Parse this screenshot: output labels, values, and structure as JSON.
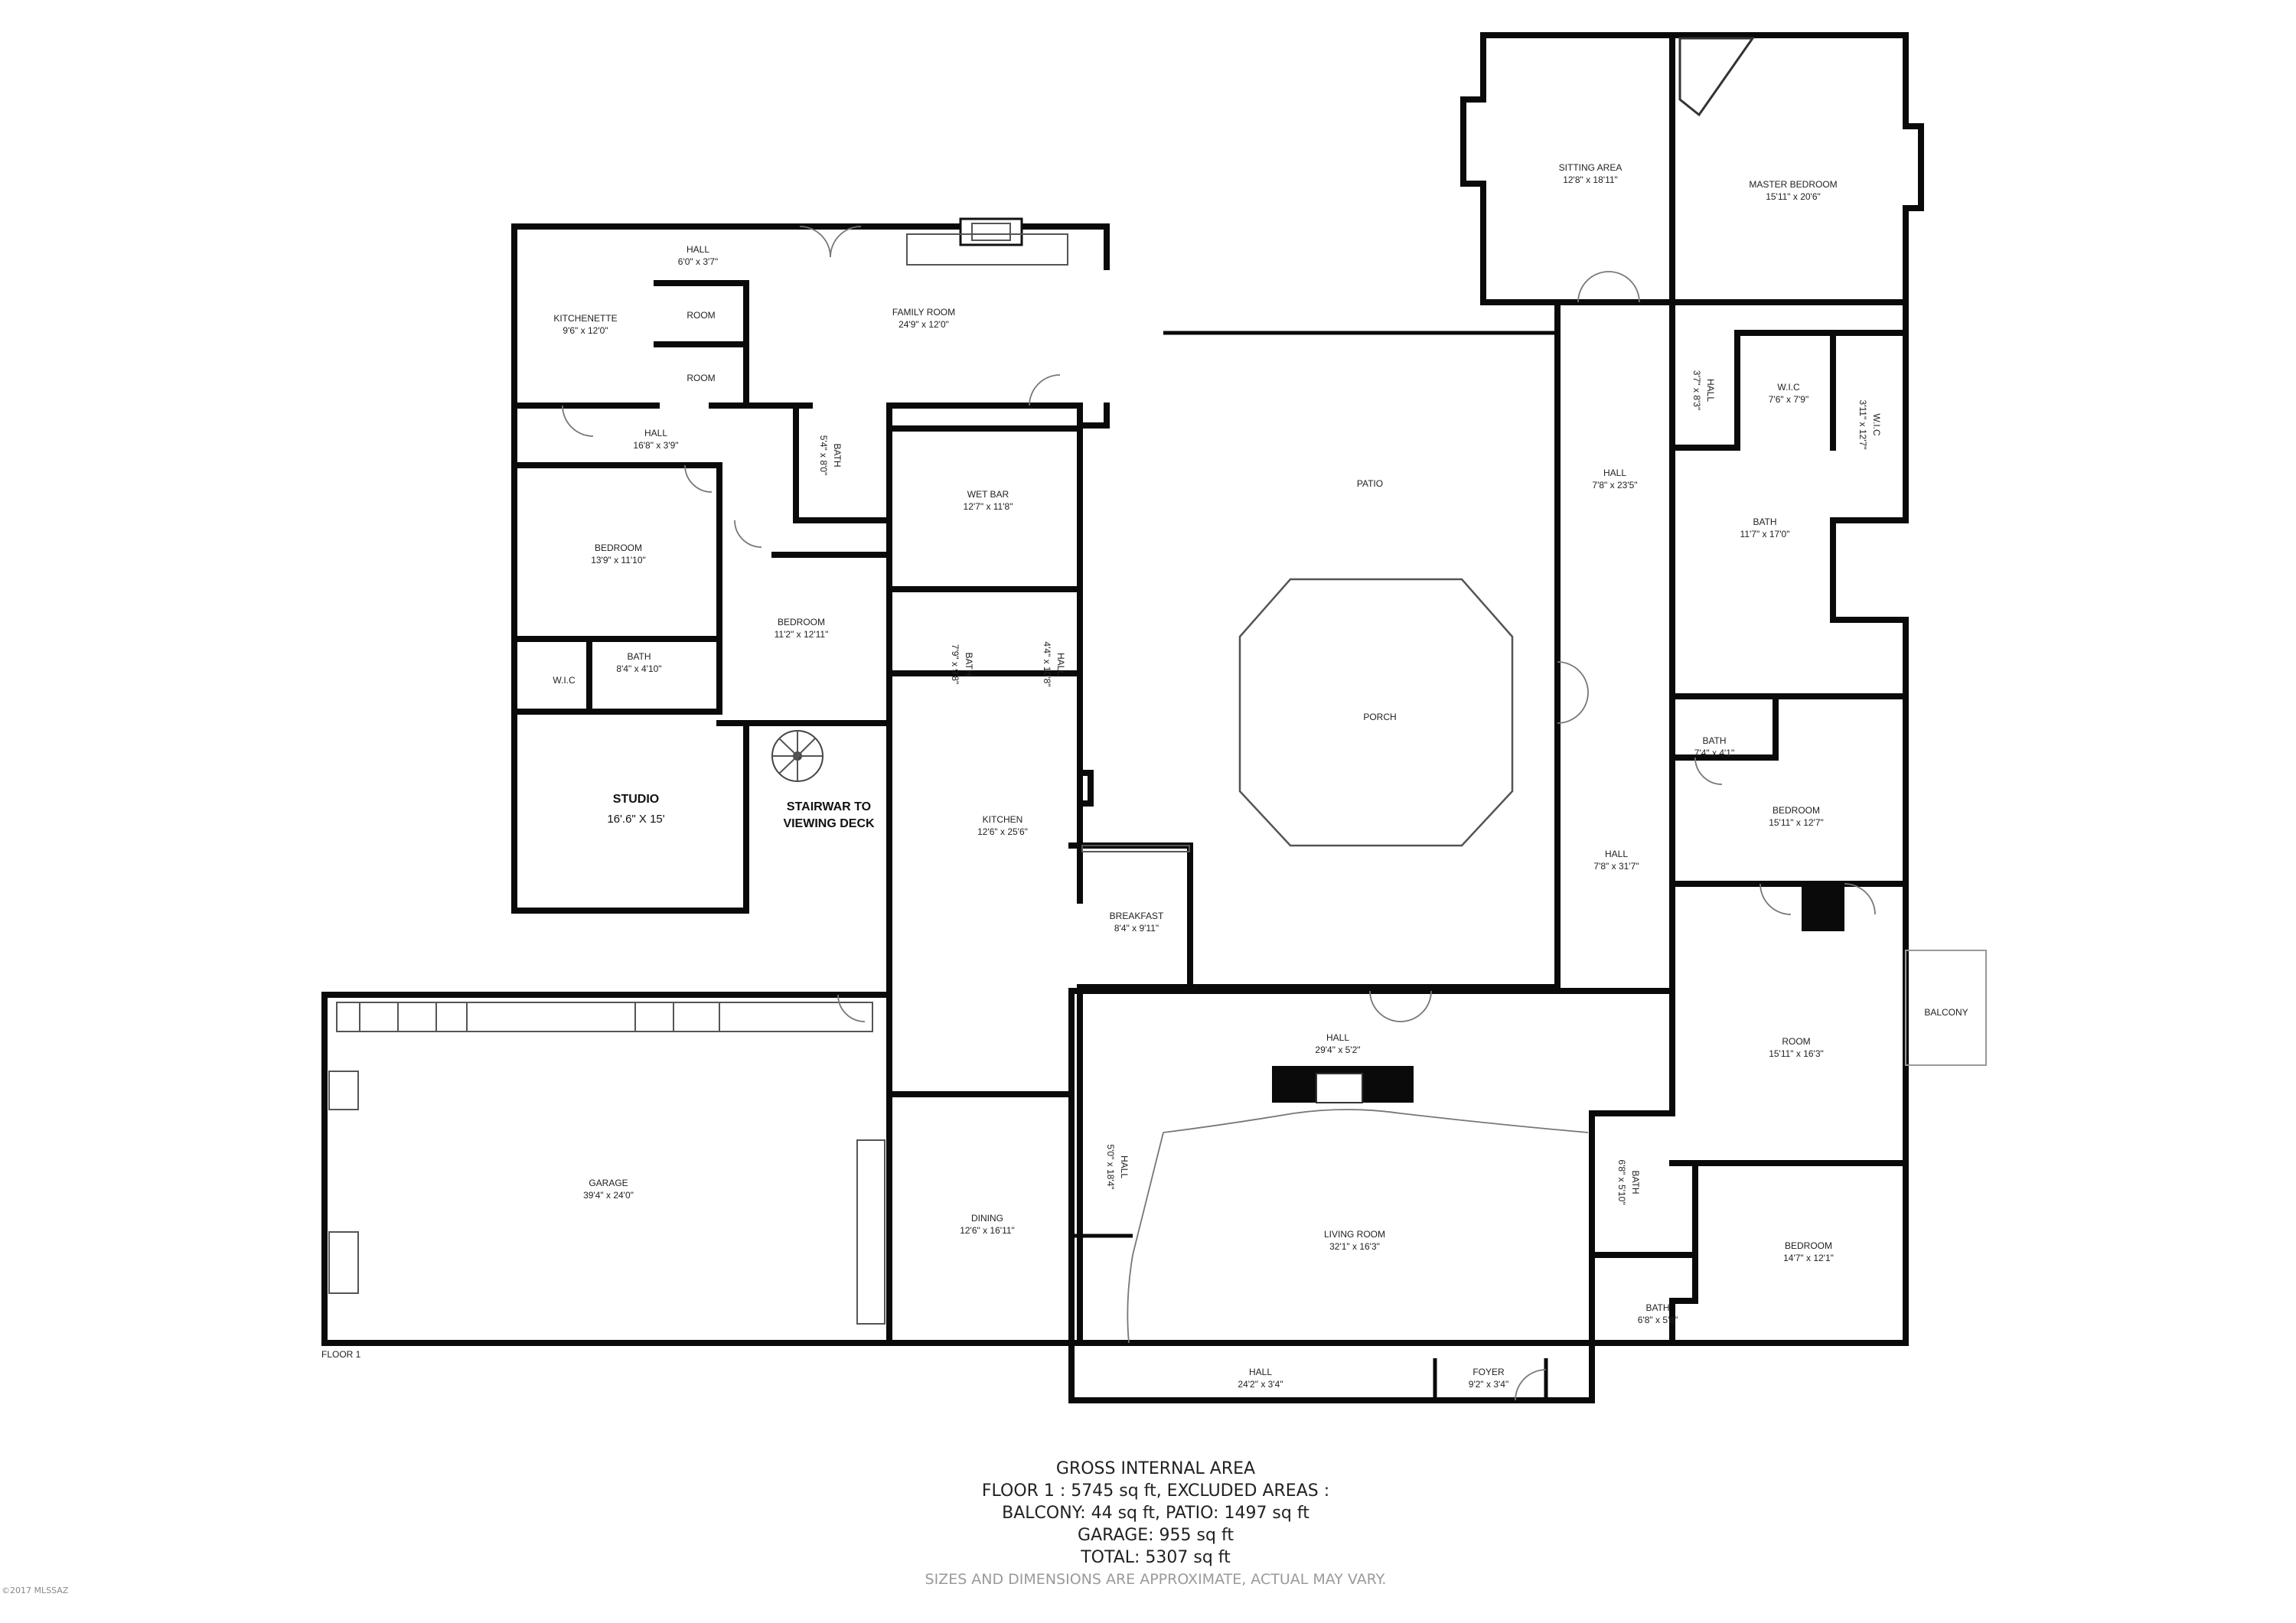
{
  "plan": {
    "floor_label": "FLOOR 1",
    "rooms": {
      "hall_top": {
        "name": "HALL",
        "dim": "6'0\" x 3'7\""
      },
      "kitchenette": {
        "name": "KITCHENETTE",
        "dim": "9'6\" x 12'0\""
      },
      "room_a": {
        "name": "ROOM"
      },
      "room_b": {
        "name": "ROOM"
      },
      "family_room": {
        "name": "FAMILY ROOM",
        "dim": "24'9\" x 12'0\""
      },
      "hall_left": {
        "name": "HALL",
        "dim": "16'8\" x 3'9\""
      },
      "bath_small": {
        "name": "BATH",
        "dim": "5'4\" x 8'0\""
      },
      "wet_bar": {
        "name": "WET BAR",
        "dim": "12'7\" x 11'8\""
      },
      "bedroom_left": {
        "name": "BEDROOM",
        "dim": "13'9\" x 11'10\""
      },
      "bedroom_mid": {
        "name": "BEDROOM",
        "dim": "11'2\" x 12'11\""
      },
      "wic_left": {
        "name": "W.I.C"
      },
      "bath_left": {
        "name": "BATH",
        "dim": "8'4\" x 4'10\""
      },
      "bath_mid": {
        "name": "BATH",
        "dim": "7'9\" x 9'8\""
      },
      "hall_mid": {
        "name": "HALL",
        "dim": "4'4\" x 10'8\""
      },
      "studio": {
        "name": "STUDIO",
        "dim": "16'.6\"  X  15'"
      },
      "stairway": {
        "line1": "STAIRWAR TO",
        "line2": "VIEWING DECK"
      },
      "kitchen": {
        "name": "KITCHEN",
        "dim": "12'6\" x 25'6\""
      },
      "breakfast": {
        "name": "BREAKFAST",
        "dim": "8'4\" x 9'11\""
      },
      "patio": {
        "name": "PATIO"
      },
      "porch": {
        "name": "PORCH"
      },
      "garage": {
        "name": "GARAGE",
        "dim": "39'4\" x 24'0\""
      },
      "hall_entry": {
        "name": "HALL",
        "dim": "29'4\" x 5'2\""
      },
      "hall_living_side": {
        "name": "HALL",
        "dim": "5'0\" x 18'4\""
      },
      "dining": {
        "name": "DINING",
        "dim": "12'6\" x 16'11\""
      },
      "living_room": {
        "name": "LIVING ROOM",
        "dim": "32'1\" x 16'3\""
      },
      "hall_bottom": {
        "name": "HALL",
        "dim": "24'2\" x 3'4\""
      },
      "foyer": {
        "name": "FOYER",
        "dim": "9'2\" x 3'4\""
      },
      "sitting_area": {
        "name": "SITTING AREA",
        "dim": "12'8\" x 18'11\""
      },
      "master_bedroom": {
        "name": "MASTER BEDROOM",
        "dim": "15'11\" x 20'6\""
      },
      "hall_master": {
        "name": "HALL",
        "dim": "3'7\" x 8'3\""
      },
      "wic_master_a": {
        "name": "W.I.C",
        "dim": "7'6\" x 7'9\""
      },
      "wic_master_b": {
        "name": "W.I.C",
        "dim": "3'11\" x 12'7\""
      },
      "hall_right_upper": {
        "name": "HALL",
        "dim": "7'8\" x 23'5\""
      },
      "bath_master": {
        "name": "BATH",
        "dim": "11'7\" x 17'0\""
      },
      "bath_right_small": {
        "name": "BATH",
        "dim": "7'4\" x 4'1\""
      },
      "bedroom_right": {
        "name": "BEDROOM",
        "dim": "15'11\" x 12'7\""
      },
      "hall_right_lower": {
        "name": "HALL",
        "dim": "7'8\" x 31'7\""
      },
      "room_right": {
        "name": "ROOM",
        "dim": "15'11\" x 16'3\""
      },
      "balcony": {
        "name": "BALCONY"
      },
      "bath_r1": {
        "name": "BATH",
        "dim": "6'8\" x 5'10\""
      },
      "bath_r2": {
        "name": "BATH",
        "dim": "6'8\" x 5'8\""
      },
      "bedroom_bottom_right": {
        "name": "BEDROOM",
        "dim": "14'7\" x 12'1\""
      }
    }
  },
  "summary": {
    "title": "GROSS INTERNAL AREA",
    "line1": "FLOOR 1 : 5745 sq ft, EXCLUDED AREAS :",
    "line2": "BALCONY: 44 sq ft, PATIO: 1497 sq ft",
    "line3": "GARAGE: 955 sq ft",
    "line4": "TOTAL: 5307 sq ft",
    "disclaimer": "SIZES AND DIMENSIONS ARE APPROXIMATE, ACTUAL MAY VARY."
  },
  "watermark": "©2017 MLSSAZ"
}
